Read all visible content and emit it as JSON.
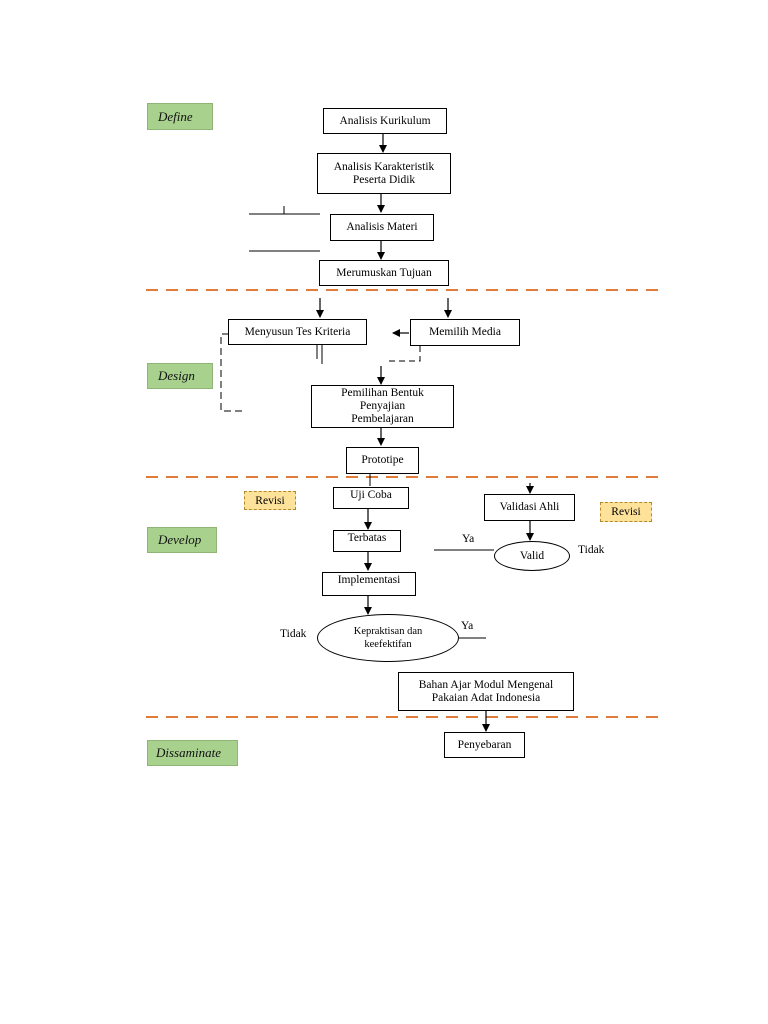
{
  "phases": {
    "define": "Define",
    "design": "Design",
    "develop": "Develop",
    "disseminate": "Dissaminate"
  },
  "nodes": {
    "analisis_kurikulum": "Analisis Kurikulum",
    "analisis_karakteristik": "Analisis Karakteristik Peserta Didik",
    "analisis_materi": "Analisis Materi",
    "merumuskan_tujuan": "Merumuskan Tujuan",
    "menyusun_tes": "Menyusun Tes Kriteria",
    "memilih_media": "Memilih Media",
    "pemilihan_bentuk": "Pemilihan Bentuk Penyajian Pembelajaran",
    "prototipe": "Prototipe",
    "uji_coba": "Uji Coba",
    "terbatas": "Terbatas",
    "implementasi": "Implementasi",
    "validasi_ahli": "Validasi Ahli",
    "valid": "Valid",
    "kepraktisan": "Kepraktisan dan keefektifan",
    "bahan_ajar": "Bahan Ajar Modul Mengenal Pakaian Adat Indonesia",
    "penyebaran": "Penyebaran"
  },
  "labels": {
    "revisi_left": "Revisi",
    "revisi_right": "Revisi",
    "ya_valid": "Ya",
    "tidak_valid": "Tidak",
    "tidak_kepraktisan": "Tidak",
    "ya_kepraktisan": "Ya"
  },
  "colors": {
    "phase_fill": "#a9d18e",
    "revisi_fill": "#ffe29a",
    "separator": "#e07b39"
  }
}
